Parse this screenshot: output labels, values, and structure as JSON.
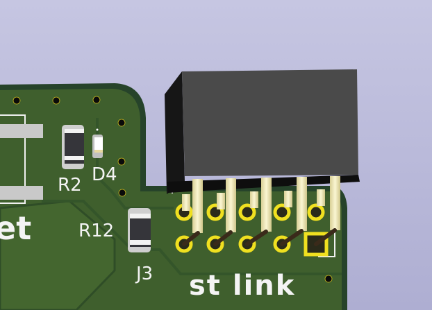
{
  "labels": {
    "partial_label": "et",
    "r2": "R2",
    "d4": "D4",
    "r12": "R12",
    "j3": "J3",
    "board_text": "st link"
  },
  "colors": {
    "background": "#b8b8d8",
    "board": "#3f5f2d",
    "board_edge": "#26432a",
    "pad_ring": "#f0e020",
    "connector": "#4a4a4a",
    "pin": "#f2eab8"
  }
}
